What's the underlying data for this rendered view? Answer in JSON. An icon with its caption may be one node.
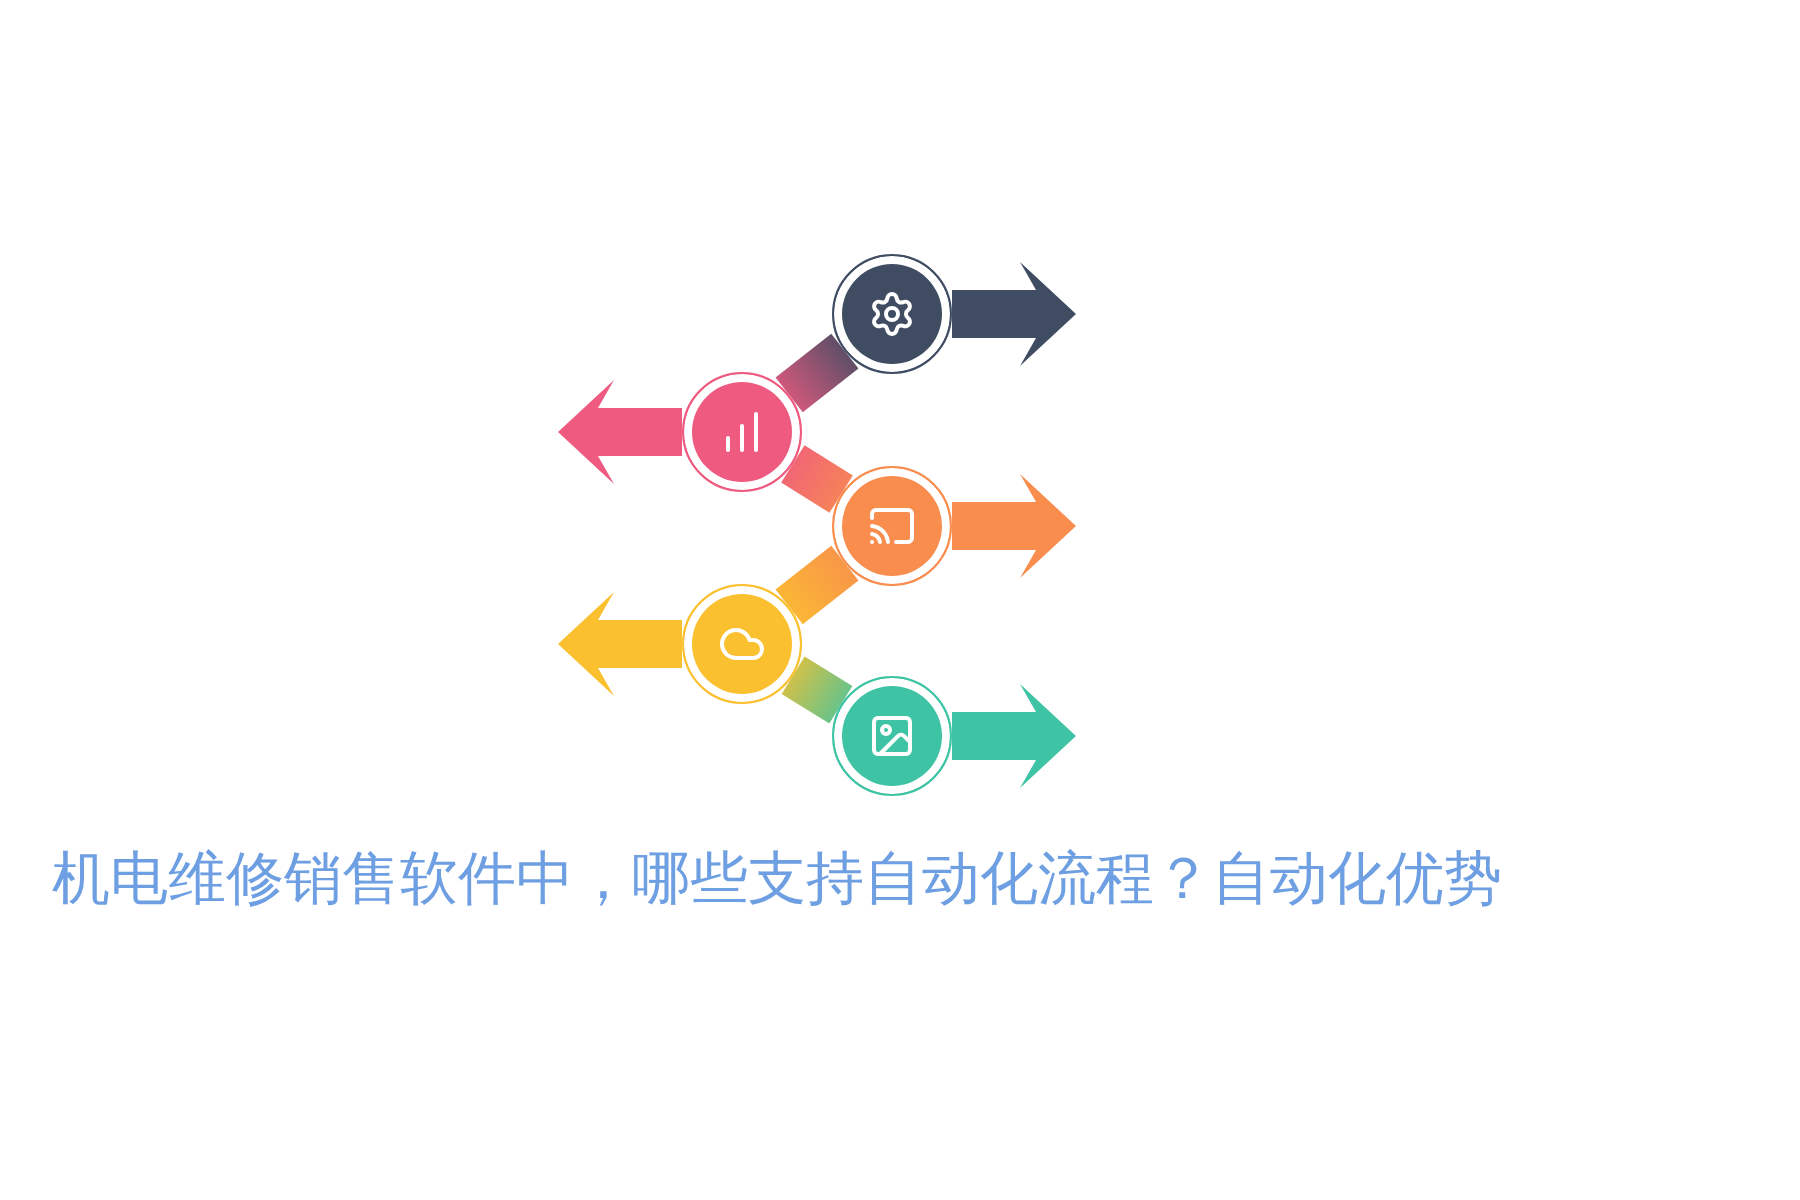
{
  "diagram": {
    "title": "机电维修销售软件中，哪些支持自动化流程？自动化优势",
    "nodes": [
      {
        "text": [],
        "shape": "circle"
      },
      {
        "text": [],
        "shape": "circle"
      },
      {
        "text": [],
        "shape": "circle"
      },
      {
        "text": [],
        "shape": "circle"
      },
      {
        "text": [],
        "shape": "circle"
      }
    ],
    "edges": [
      {
        "from": 0,
        "to": 1,
        "arrow": "none"
      },
      {
        "from": 1,
        "to": 2,
        "arrow": "none"
      },
      {
        "from": 2,
        "to": 3,
        "arrow": "none"
      },
      {
        "from": 3,
        "to": 4,
        "arrow": "none"
      }
    ]
  }
}
